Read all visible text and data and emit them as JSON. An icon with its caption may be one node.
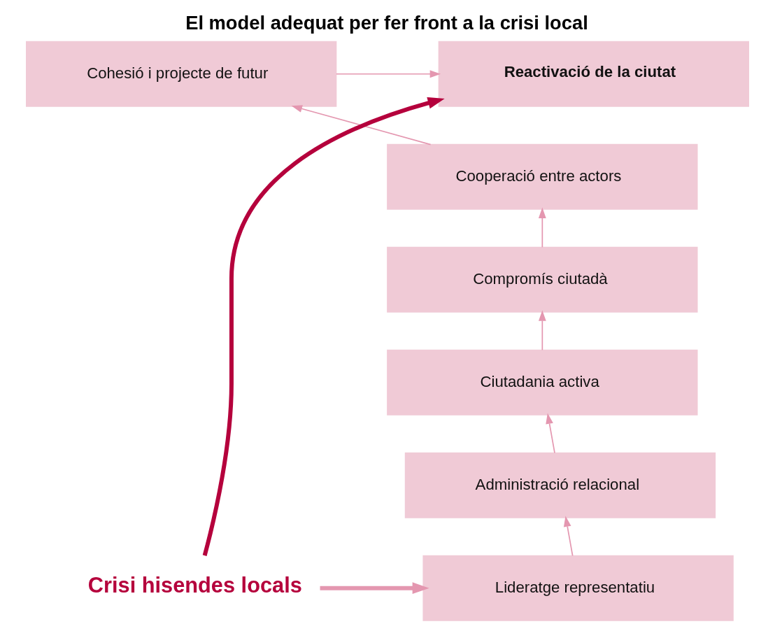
{
  "diagram": {
    "title": "El model adequat per fer front a la crisi local",
    "nodes": [
      {
        "text": [
          "Reactivació de la ciutat"
        ]
      },
      {
        "text": [
          "Cohesió i projecte de futur"
        ]
      },
      {
        "text": [
          "Cooperació entre actors"
        ]
      },
      {
        "text": [
          "Compromís ciutadà"
        ]
      },
      {
        "text": [
          "Ciutadania activa"
        ]
      },
      {
        "text": [
          "Administració relacional"
        ]
      },
      {
        "text": [
          "Lideratge representatiu"
        ]
      },
      {
        "text": [
          "Crisi hisendes locals"
        ]
      }
    ],
    "edges": [
      {
        "from": 1,
        "to": 0,
        "arrow": "to"
      },
      {
        "from": 2,
        "to": 1,
        "arrow": "to"
      },
      {
        "from": 3,
        "to": 2,
        "arrow": "to"
      },
      {
        "from": 4,
        "to": 3,
        "arrow": "to"
      },
      {
        "from": 5,
        "to": 4,
        "arrow": "to"
      },
      {
        "from": 6,
        "to": 5,
        "arrow": "to"
      },
      {
        "from": 7,
        "to": 6,
        "arrow": "to",
        "style": "thick"
      },
      {
        "from": 7,
        "to": 0,
        "arrow": "to",
        "style": "thick",
        "color": "#b5003c"
      }
    ]
  }
}
